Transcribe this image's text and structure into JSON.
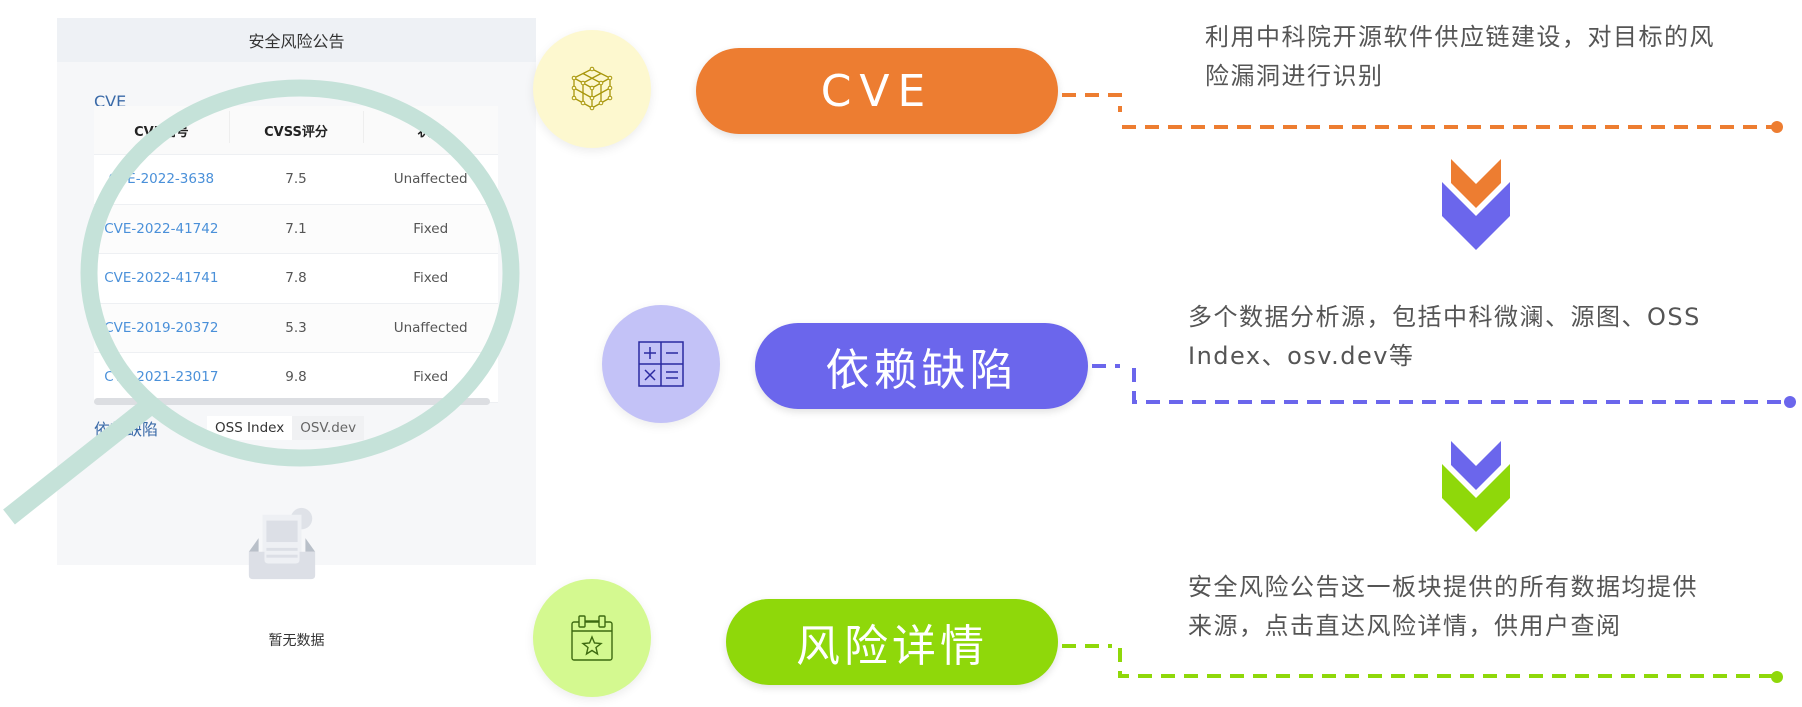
{
  "panel": {
    "title": "安全风险公告",
    "cve_section_label": "CVE",
    "table": {
      "columns": [
        "CVE编号",
        "CVSS评分",
        "状态"
      ],
      "rows": [
        {
          "id": "CVE-2022-3638",
          "score": "7.5",
          "status": "Unaffected"
        },
        {
          "id": "CVE-2022-41742",
          "score": "7.1",
          "status": "Fixed"
        },
        {
          "id": "CVE-2022-41741",
          "score": "7.8",
          "status": "Fixed"
        },
        {
          "id": "CVE-2019-20372",
          "score": "5.3",
          "status": "Unaffected"
        },
        {
          "id": "CVE-2021-23017",
          "score": "9.8",
          "status": "Fixed"
        }
      ]
    },
    "dependency_section_label": "依赖缺陷",
    "tabs": [
      {
        "label": "OSS Index",
        "active": true
      },
      {
        "label": "OSV.dev",
        "active": false
      }
    ],
    "empty_text": "暂无数据",
    "magnifier_icon": "magnifier-icon"
  },
  "features": [
    {
      "icon": "cube-network-icon",
      "label": "CVE",
      "description_line1": "利用中科院开源软件供应链建设，对目标的风",
      "description_line2": "险漏洞进行识别",
      "color": "#ed7d31",
      "circle_color": "#fdf8cf"
    },
    {
      "icon": "calculator-icon",
      "label": "依赖缺陷",
      "description_line1": "多个数据分析源，包括中科微澜、源图、OSS",
      "description_line2": "Index、osv.dev等",
      "color": "#6b66ec",
      "circle_color": "#c3c2f7"
    },
    {
      "icon": "calendar-star-icon",
      "label": "风险详情",
      "description_line1": "安全风险公告这一板块提供的所有数据均提供",
      "description_line2": "来源，点击直达风险详情，供用户查阅",
      "color": "#8fd80a",
      "circle_color": "#d4f990"
    }
  ],
  "colors": {
    "orange": "#ed7d31",
    "purple": "#6b66ec",
    "green": "#8fd80a",
    "magnifier": "#c5e2d9",
    "link": "#4a90d9"
  }
}
